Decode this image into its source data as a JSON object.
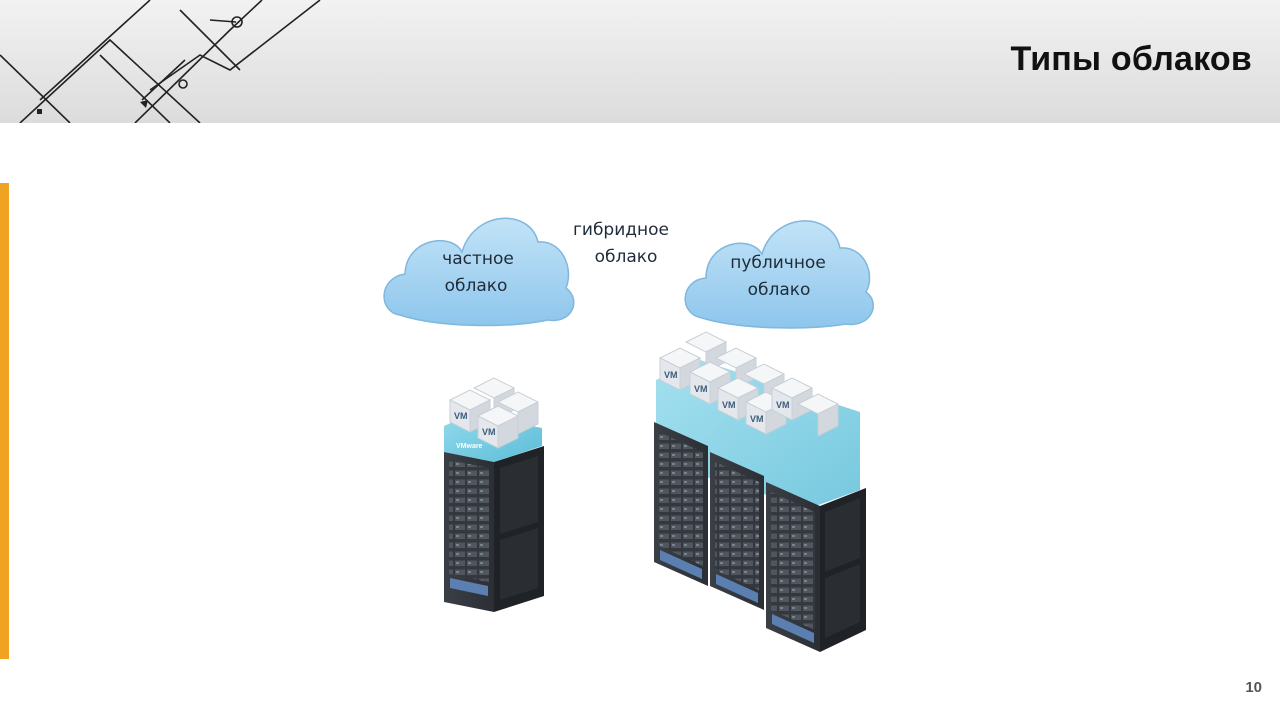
{
  "slide": {
    "title": "Типы облаков",
    "page_number": "10"
  },
  "diagram": {
    "private_cloud": {
      "line1": "частное",
      "line2": "облако"
    },
    "hybrid_cloud": {
      "line1": "гибридное",
      "line2": "облако"
    },
    "public_cloud": {
      "line1": "публичное",
      "line2": "облако"
    },
    "vm_label": "VM",
    "brand_label": "VMware"
  },
  "colors": {
    "accent": "#f0a323",
    "cloud": "#a9d3f0",
    "cyan_layer": "#5fc3dd",
    "rack": "#2e3238"
  }
}
